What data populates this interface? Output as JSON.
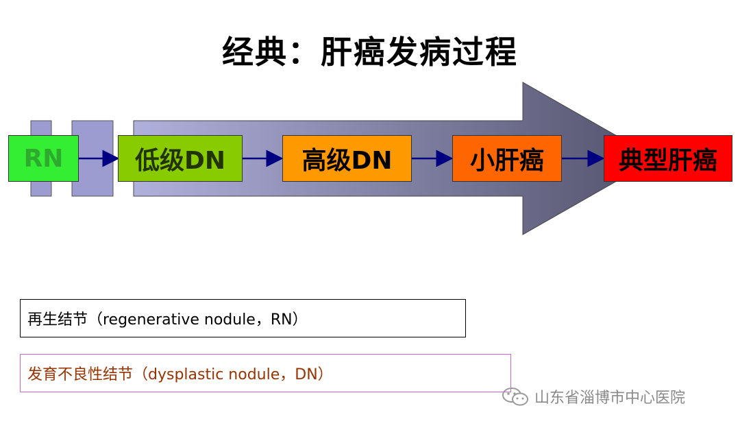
{
  "title": "经典：肝癌发病过程",
  "stages": [
    {
      "label": "RN",
      "color": "#33ee33",
      "text_color": "#2eaa2e"
    },
    {
      "label": "低级DN",
      "color": "#88cc00",
      "text_color": "#223300"
    },
    {
      "label": "高级DN",
      "color": "#ff9900",
      "text_color": "#000000"
    },
    {
      "label": "小肝癌",
      "color": "#ff6600",
      "text_color": "#000000"
    },
    {
      "label": "典型肝癌",
      "color": "#ff0000",
      "text_color": "#000000"
    }
  ],
  "definitions": [
    {
      "text": "再生结节（regenerative nodule，RN）",
      "border": "#000000",
      "text_color": "#000000"
    },
    {
      "text": "发育不良性结节（dysplastic nodule，DN）",
      "border": "#cc66cc",
      "text_color": "#993300"
    }
  ],
  "watermark": {
    "text": "山东省淄博市中心医院",
    "icon": "wechat-icon"
  },
  "colors": {
    "arrow_light": "#b0b0dc",
    "arrow_dark": "#52526c",
    "connector": "#000080"
  }
}
